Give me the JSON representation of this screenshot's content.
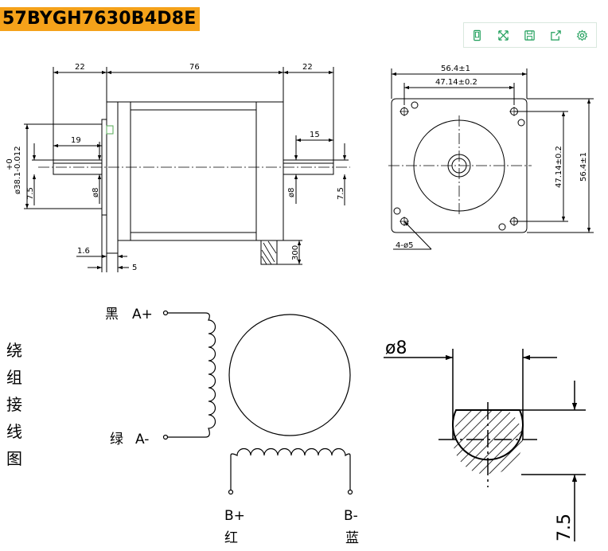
{
  "title": "57BYGH7630B4D8E",
  "toolbar": [
    {
      "icon": "mobile-preview-icon"
    },
    {
      "icon": "fullscreen-icon"
    },
    {
      "icon": "save-icon"
    },
    {
      "icon": "share-icon"
    },
    {
      "icon": "settings-icon"
    }
  ],
  "side_view": {
    "dim_left_shaft": "22",
    "dim_body": "76",
    "dim_right_shaft": "22",
    "dim_left_flat": "19",
    "dim_right_flat": "15",
    "dim_pilot_tol": "+0",
    "dim_pilot": "ø38.1-0.012",
    "dim_flat_left": "7.5",
    "dim_shaft_left": "ø8",
    "dim_shaft_right": "ø8",
    "dim_flat_right": "7.5",
    "dim_flange": "1.6",
    "dim_pilot_depth": "5",
    "dim_lead": "300"
  },
  "front_view": {
    "dim_width_outer": "56.4±1",
    "dim_width_holes": "47.14±0.2",
    "dim_height_holes": "47.14±0.2",
    "dim_height_outer": "56.4±1",
    "dim_holes": "4-ø5"
  },
  "wiring": {
    "caption": "绕组接线图",
    "a_plus_color": "黑",
    "a_plus": "A+",
    "a_minus_color": "绿",
    "a_minus": "A-",
    "b_plus": "B+",
    "b_plus_color": "红",
    "b_minus": "B-",
    "b_minus_color": "蓝"
  },
  "shaft_section": {
    "diameter": "ø8",
    "flat": "7.5"
  }
}
